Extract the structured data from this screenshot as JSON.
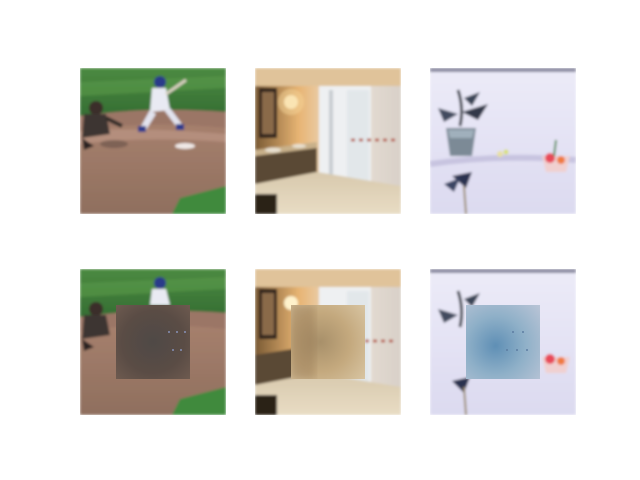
{
  "figure": {
    "rows": [
      {
        "role": "original",
        "images": [
          {
            "subject": "baseball-batter",
            "palette": [
              "#3f7a3a",
              "#a0786a",
              "#e8e8f2",
              "#2a3f8f"
            ]
          },
          {
            "subject": "bathroom",
            "palette": [
              "#d9a56b",
              "#e8dfd5",
              "#4b3a2a",
              "#c8b8a0"
            ]
          },
          {
            "subject": "flower-vase",
            "palette": [
              "#e6e4f5",
              "#5a6070",
              "#e84f5a",
              "#8a9aa8"
            ]
          }
        ]
      },
      {
        "role": "masked-reconstruction",
        "images": [
          {
            "subject": "baseball-batter-masked",
            "patch_color": "#4e4440"
          },
          {
            "subject": "bathroom-masked",
            "patch_color": "#b89b6c"
          },
          {
            "subject": "flower-vase-masked",
            "patch_color": "#8aa4ba"
          }
        ]
      }
    ]
  }
}
